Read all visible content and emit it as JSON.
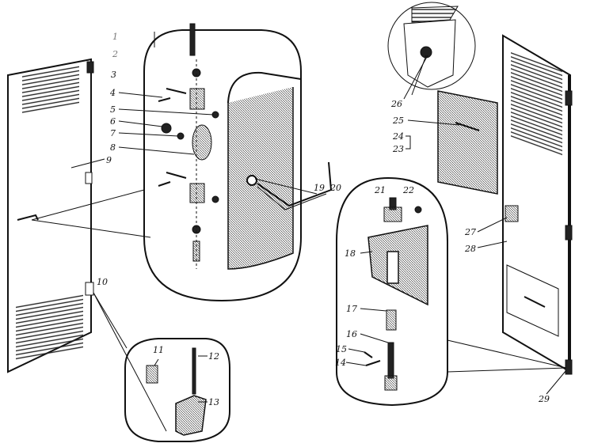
{
  "figure": {
    "callouts": [
      "1",
      "2",
      "3",
      "4",
      "5",
      "6",
      "7",
      "8",
      "9",
      "10",
      "11",
      "12",
      "13",
      "14",
      "15",
      "16",
      "17",
      "18",
      "19",
      "20",
      "21",
      "22",
      "23",
      "24",
      "25",
      "26",
      "27",
      "28",
      "29"
    ]
  }
}
